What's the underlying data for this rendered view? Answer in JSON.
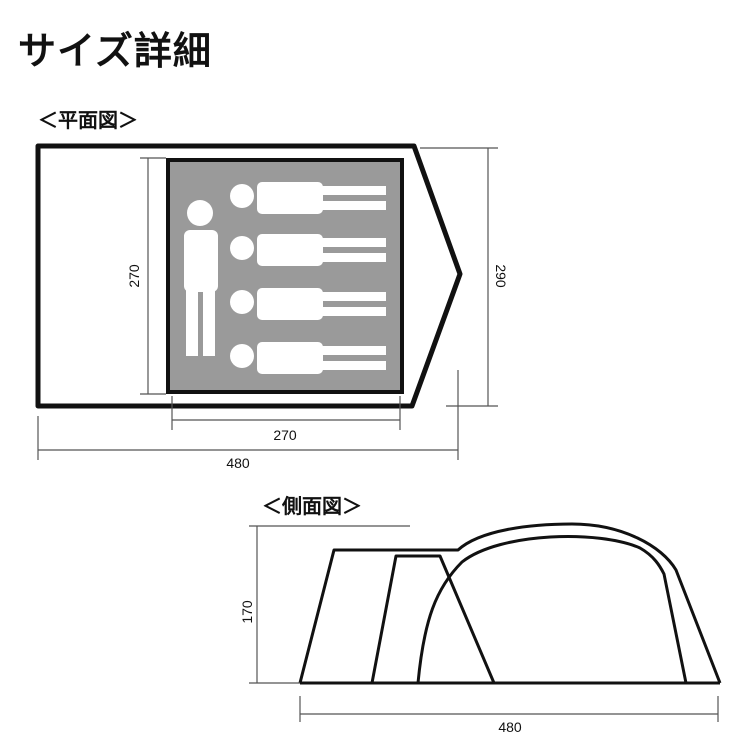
{
  "title": "サイズ詳細",
  "plan_view": {
    "heading": "＜平面図＞",
    "dims": {
      "inner_height": "270",
      "total_height": "290",
      "inner_width": "270",
      "total_width": "480"
    },
    "sleeping_capacity": 4
  },
  "side_view": {
    "heading": "＜側面図＞",
    "dims": {
      "height": "170",
      "width": "480"
    }
  },
  "colors": {
    "outline": "#111111",
    "inner_room": "#9a9a9a",
    "figure": "#ffffff",
    "dim_line": "#555555"
  }
}
